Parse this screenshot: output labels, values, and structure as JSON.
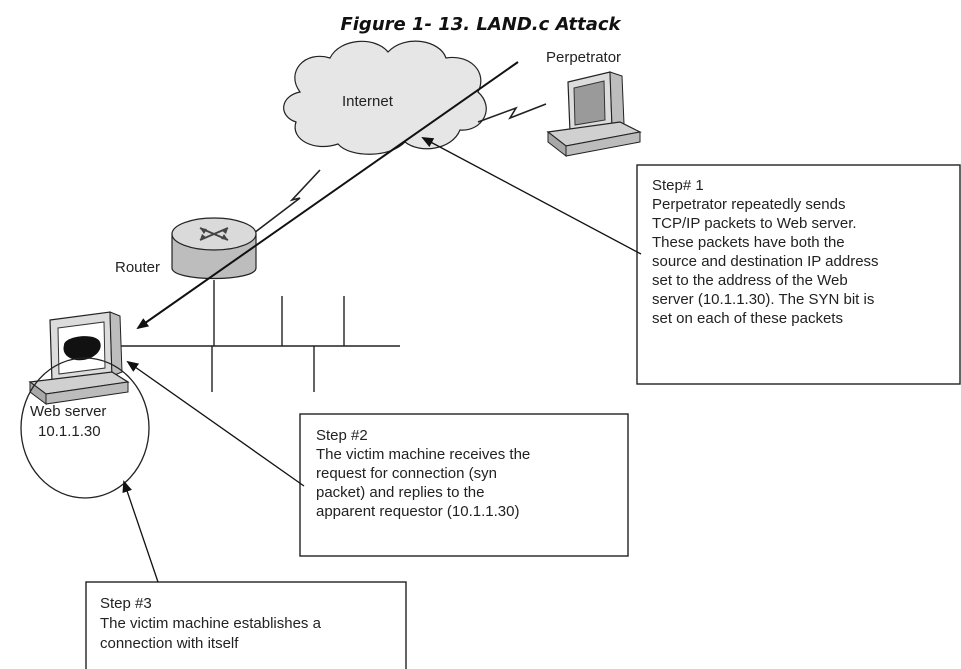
{
  "title": "Figure 1- 13. LAND.c Attack",
  "labels": {
    "internet": "Internet",
    "perpetrator": "Perpetrator",
    "router": "Router",
    "web_server_name": "Web server",
    "web_server_ip": "10.1.1.30"
  },
  "steps": [
    {
      "heading": "Step# 1",
      "lines": [
        "Perpetrator repeatedly sends",
        "TCP/IP packets to Web server.",
        "These packets have both the",
        "source and destination IP address",
        "set to the address of the Web",
        "server (10.1.1.30). The SYN bit is",
        "set on each of these packets"
      ]
    },
    {
      "heading": "Step #2",
      "lines": [
        "The victim machine receives the",
        "request for connection (syn",
        "packet) and replies to the",
        "apparent requestor (10.1.1.30)"
      ]
    },
    {
      "heading": "Step #3",
      "lines": [
        "The victim machine establishes a",
        "connection with itself"
      ]
    }
  ],
  "colors": {
    "cloud_fill": "#e6e6e6",
    "stroke": "#222222",
    "computer_body": "#dcdcdc",
    "router_body": "#c8c8c8"
  }
}
